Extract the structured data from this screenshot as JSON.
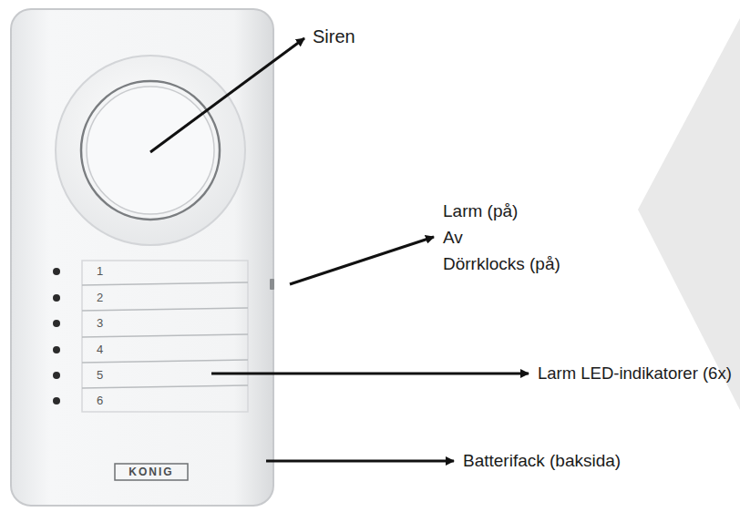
{
  "diagram": {
    "labels": [
      "Siren",
      "Larm (på)",
      "Av",
      "Dörrklocks (på)",
      "Larm LED-indikatorer (6x)",
      "Batterifack (baksida)",
      "1",
      "2",
      "3",
      "4",
      "5",
      "6",
      "KONIG"
    ]
  }
}
